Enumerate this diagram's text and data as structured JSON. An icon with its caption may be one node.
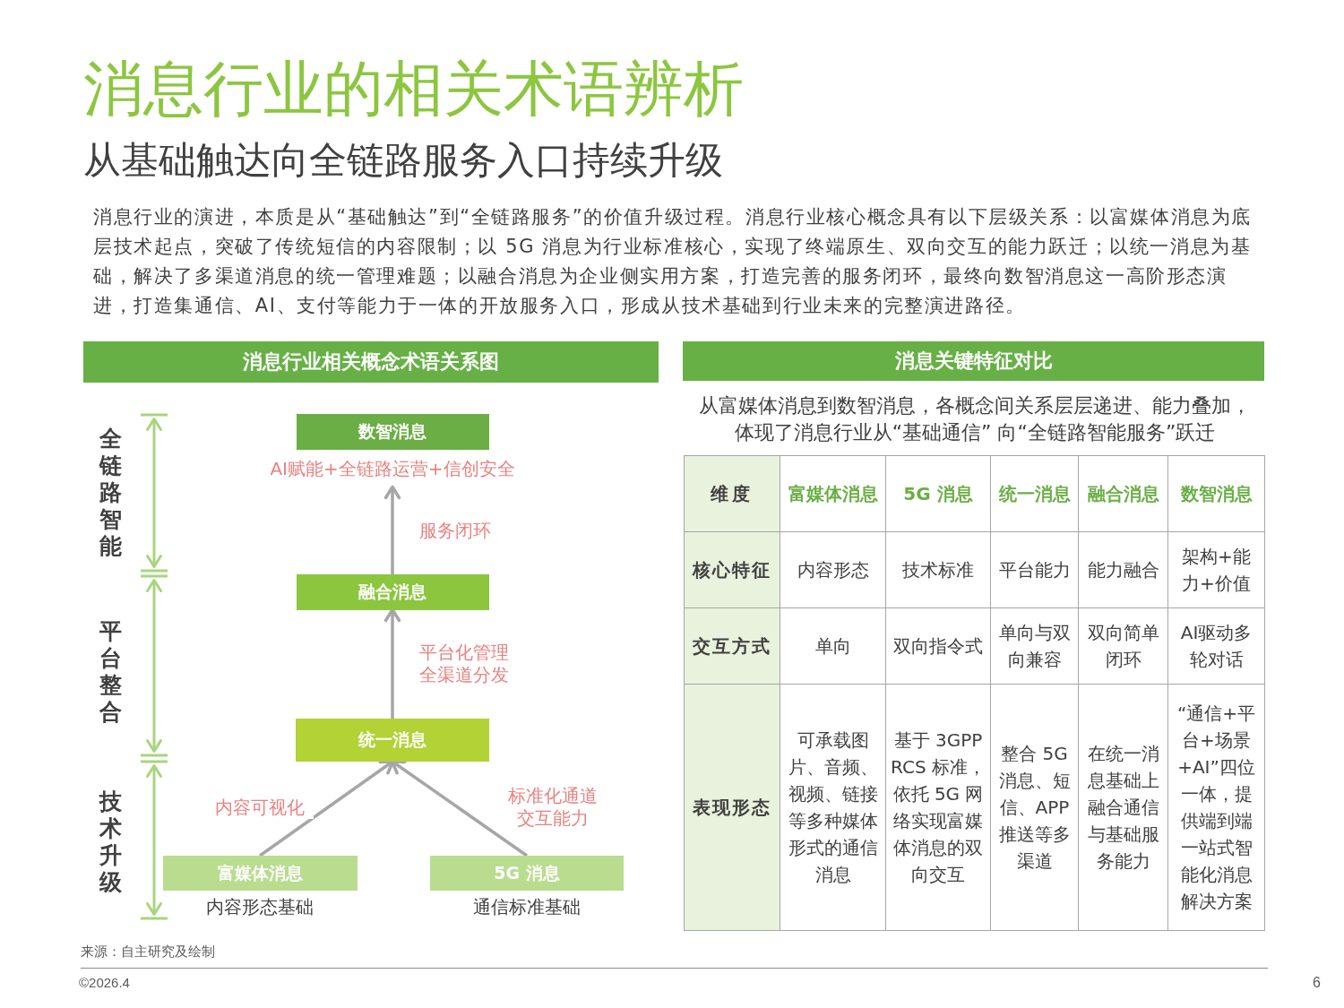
{
  "diagram": {
    "title": "消息行业的相关术语辨析",
    "nodes": [
      {
        "text": [
          "消息行业相关概念术语关系图"
        ]
      },
      {
        "text": [
          "数智消息"
        ],
        "beside": [
          "AI赋能+全链路运营+信创安全"
        ]
      },
      {
        "text": [
          "融合消息"
        ]
      },
      {
        "text": [
          "统一消息"
        ]
      },
      {
        "text": [
          "富媒体消息"
        ],
        "beside": [
          "内容形态基础"
        ]
      },
      {
        "text": [
          "5G 消息"
        ],
        "beside": [
          "通信标准基础"
        ]
      },
      {
        "text": [
          "消息关键特征对比"
        ]
      }
    ],
    "edges": [
      {
        "from": 2,
        "to": 1,
        "arrow": "to",
        "label": "服务闭环"
      },
      {
        "from": 3,
        "to": 2,
        "arrow": "to",
        "label": "平台化管理全渠道分发"
      },
      {
        "from": 4,
        "to": 3,
        "arrow": "to",
        "label": "内容可视化"
      },
      {
        "from": 5,
        "to": 3,
        "arrow": "to",
        "label": "标准化通道交互能力"
      }
    ],
    "labels": [
      "从基础触达向全链路服务入口持续升级",
      "消息行业的演进，本质是从“基础触达”到“全链路服务”的价值升级过程。消息行业核心概念具有以下层级关系：以富媒体消息为底层技术起点，突破了传统短信的内容限制；以 5G 消息为行业标准核心，实现了终端原生、双向交互的能力跃迁；以统一消息为基础，解决了多渠道消息的统一管理难题；以融合消息为企业侧实用方案，打造完善的服务闭环，最终向数智消息这一高阶形态演进，打造集通信、AI、支付等能力于一体的开放服务入口，形成从技术基础到行业未来的完整演进路径。",
      "全链路智能",
      "平台整合",
      "技术升级",
      "从富媒体消息到数智消息，各概念间关系层层递进、能力叠加，体现了消息行业从“基础通信” 向“全链路智能服务”跃迁",
      "维度",
      "富媒体消息",
      "5G 消息",
      "统一消息",
      "融合消息",
      "数智消息",
      "核心特征",
      "内容形态",
      "技术标准",
      "平台能力",
      "能力融合",
      "架构+能力+价值",
      "交互方式",
      "单向",
      "双向指令式",
      "单向与双向兼容",
      "双向简单闭环",
      "AI驱动多轮对话",
      "表现形态",
      "可承载图片、音频、视频、链接等多种媒体形式的通信消息",
      "基于 3GPP RCS 标准，依托 5G 网络实现富媒体消息的双向交互",
      "整合 5G 消息、短信、APP 推送等多渠道",
      "在统一消息基础上融合通信与基础服务能力",
      "“通信+平台+场景+AI”四位一体，提供端到端一站式智能化消息解决方案",
      "来源：自主研究及绘制",
      "©2026.4",
      "6"
    ]
  }
}
